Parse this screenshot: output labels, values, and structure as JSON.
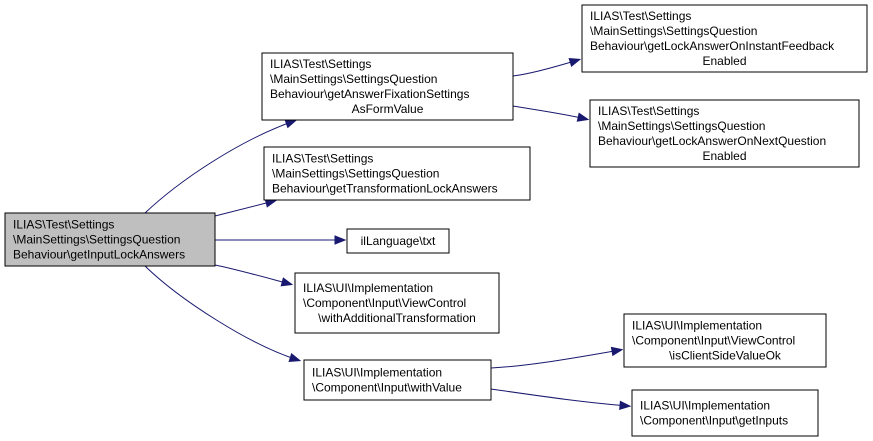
{
  "diagram": {
    "type": "call-graph",
    "colors": {
      "edge": "#191970",
      "root_fill": "#bfbfbf",
      "node_fill": "#ffffff",
      "node_border": "#000000"
    },
    "nodes": [
      {
        "id": "root",
        "lines": [
          "ILIAS\\Test\\Settings",
          "\\MainSettings\\SettingsQuestion",
          "Behaviour\\getInputLockAnswers"
        ],
        "align": "start"
      },
      {
        "id": "fixation",
        "lines": [
          "ILIAS\\Test\\Settings",
          "\\MainSettings\\SettingsQuestion",
          "Behaviour\\getAnswerFixationSettings",
          "AsFormValue"
        ],
        "align": "mixed"
      },
      {
        "id": "instant",
        "lines": [
          "ILIAS\\Test\\Settings",
          "\\MainSettings\\SettingsQuestion",
          "Behaviour\\getLockAnswerOnInstantFeedback",
          "Enabled"
        ],
        "align": "mixed"
      },
      {
        "id": "nextq",
        "lines": [
          "ILIAS\\Test\\Settings",
          "\\MainSettings\\SettingsQuestion",
          "Behaviour\\getLockAnswerOnNextQuestion",
          "Enabled"
        ],
        "align": "mixed"
      },
      {
        "id": "transform",
        "lines": [
          "ILIAS\\Test\\Settings",
          "\\MainSettings\\SettingsQuestion",
          "Behaviour\\getTransformationLockAnswers"
        ],
        "align": "start"
      },
      {
        "id": "txt",
        "lines": [
          "ilLanguage\\txt"
        ],
        "align": "middle"
      },
      {
        "id": "addtrans",
        "lines": [
          "ILIAS\\UI\\Implementation",
          "\\Component\\Input\\ViewControl",
          "\\withAdditionalTransformation"
        ],
        "align": "mixed"
      },
      {
        "id": "withvalue",
        "lines": [
          "ILIAS\\UI\\Implementation",
          "\\Component\\Input\\withValue"
        ],
        "align": "start"
      },
      {
        "id": "clientside",
        "lines": [
          "ILIAS\\UI\\Implementation",
          "\\Component\\Input\\ViewControl",
          "\\isClientSideValueOk"
        ],
        "align": "mixed"
      },
      {
        "id": "getinputs",
        "lines": [
          "ILIAS\\UI\\Implementation",
          "\\Component\\Input\\getInputs"
        ],
        "align": "start"
      }
    ],
    "edges": [
      {
        "from": "root",
        "to": "fixation"
      },
      {
        "from": "root",
        "to": "transform"
      },
      {
        "from": "root",
        "to": "txt"
      },
      {
        "from": "root",
        "to": "addtrans"
      },
      {
        "from": "root",
        "to": "withvalue"
      },
      {
        "from": "fixation",
        "to": "instant"
      },
      {
        "from": "fixation",
        "to": "nextq"
      },
      {
        "from": "withvalue",
        "to": "clientside"
      },
      {
        "from": "withvalue",
        "to": "getinputs"
      }
    ]
  }
}
